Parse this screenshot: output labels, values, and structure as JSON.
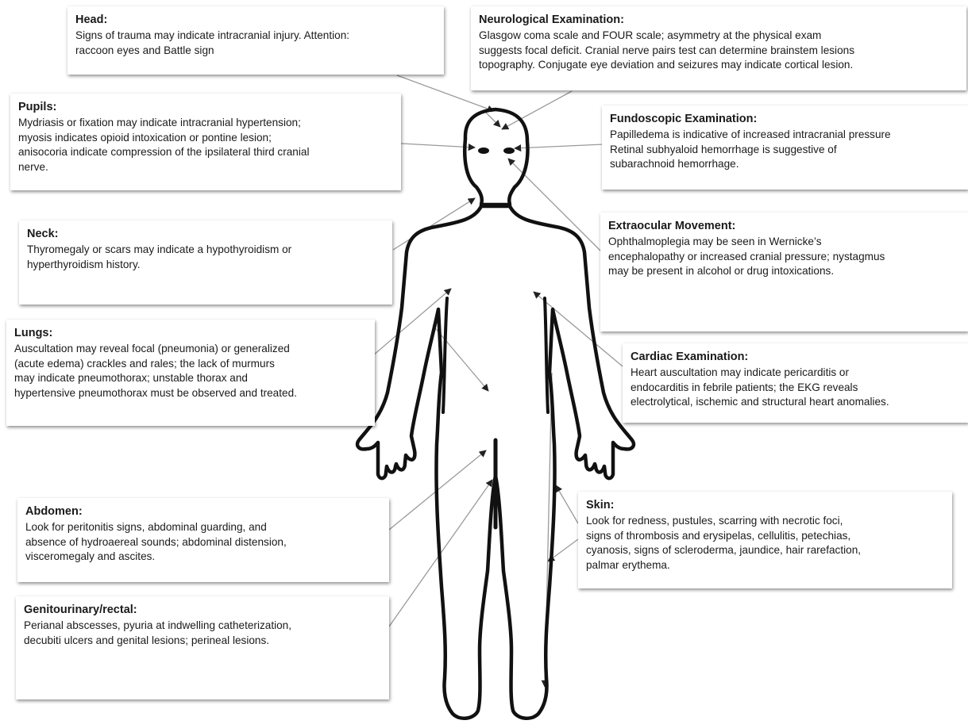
{
  "callouts": {
    "head": {
      "title": "Head:",
      "text": "Signs of trauma may indicate intracranial injury. Attention:\nraccoon eyes and Battle sign"
    },
    "neuro": {
      "title": "Neurological Examination:",
      "text": "Glasgow coma scale and FOUR scale; asymmetry at the physical exam\nsuggests focal deficit. Cranial nerve pairs test can determine brainstem lesions\ntopography. Conjugate eye deviation and seizures may indicate cortical lesion."
    },
    "pupils": {
      "title": "Pupils:",
      "text": "Mydriasis or fixation may indicate intracranial hypertension;\nmyosis indicates opioid intoxication or pontine lesion;\nanisocoria indicate compression of the ipsilateral third cranial\nnerve."
    },
    "fundoscopic": {
      "title": "Fundoscopic Examination:",
      "text": "Papilledema is indicative of increased intracranial pressure\nRetinal subhyaloid hemorrhage is suggestive of\nsubarachnoid hemorrhage."
    },
    "neck": {
      "title": "Neck:",
      "text": "Thyromegaly or scars may indicate a hypothyroidism or\nhyperthyroidism history."
    },
    "extraocular": {
      "title": "Extraocular Movement:",
      "text": "Ophthalmoplegia may be seen in Wernicke’s\nencephalopathy or increased cranial pressure; nystagmus\nmay be present in alcohol or drug intoxications."
    },
    "lungs": {
      "title": "Lungs:",
      "text": "Auscultation may reveal focal (pneumonia) or generalized\n(acute edema) crackles and rales; the lack of murmurs\nmay indicate pneumothorax; unstable thorax and\nhypertensive pneumothorax must be observed and treated."
    },
    "cardiac": {
      "title": "Cardiac Examination:",
      "text": "Heart auscultation may indicate pericarditis or\nendocarditis in febrile patients; the EKG reveals\nelectrolytical, ischemic and structural heart anomalies."
    },
    "abdomen": {
      "title": "Abdomen:",
      "text": "Look for peritonitis signs, abdominal guarding, and\nabsence of hydroaereal sounds; abdominal distension,\nvisceromegaly and ascites."
    },
    "skin": {
      "title": "Skin:",
      "text": "Look for redness, pustules, scarring with necrotic foci,\nsigns of thrombosis and erysipelas, cellulitis, petechias,\ncyanosis, signs of scleroderma, jaundice, hair rarefaction,\npalmar erythema."
    },
    "genitourinary": {
      "title": "Genitourinary/rectal:",
      "text": "Perianal abscesses, pyuria at indwelling catheterization,\ndecubiti ulcers and genital lesions; perineal lesions."
    }
  },
  "colors": {
    "outline": "#111111",
    "connector": "#9a9a9a",
    "arrowhead": "#222222"
  }
}
